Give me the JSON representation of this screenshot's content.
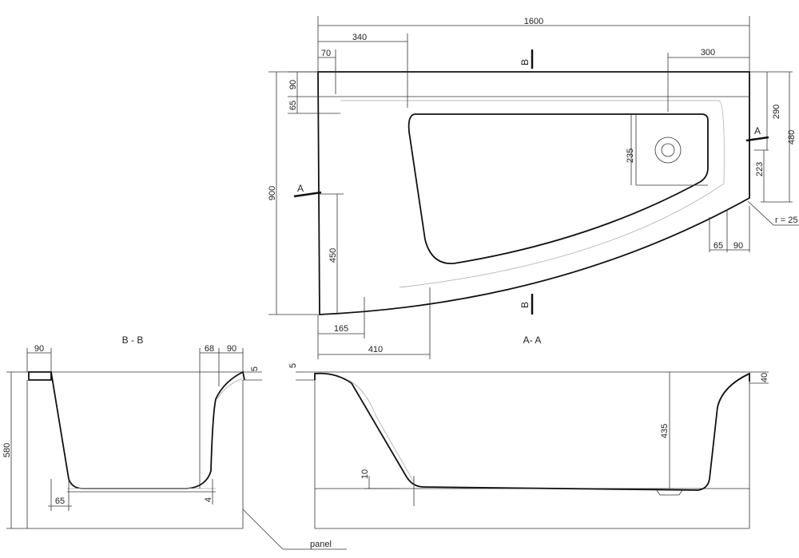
{
  "plan_view": {
    "dimensions": {
      "overall_length": "1600",
      "left_rim_to_basin": "340",
      "rim_offset_left": "70",
      "right_rim": "300",
      "rim_depth_top": "90",
      "rim_depth_second": "65",
      "overall_width": "900",
      "left_straight_edge": "450",
      "bottom_left": "165",
      "bottom_410": "410",
      "drain_offset": "235",
      "right_290": "290",
      "right_480": "480",
      "right_223": "223",
      "corner_radius": "r = 25",
      "right_bottom_65": "65",
      "right_bottom_90": "90"
    },
    "section_marks": {
      "a": "A",
      "b": "B"
    }
  },
  "section_bb": {
    "title": "B - B",
    "dimensions": {
      "left_rim": "90",
      "right_68": "68",
      "right_90": "90",
      "rim_5": "5",
      "height_580": "580",
      "bottom_65": "65",
      "bottom_4": "4"
    },
    "panel_label": "panel"
  },
  "section_aa": {
    "title": "A- A",
    "dimensions": {
      "rim_5": "5",
      "depth_435": "435",
      "right_40": "40",
      "bottom_10": "10"
    }
  }
}
